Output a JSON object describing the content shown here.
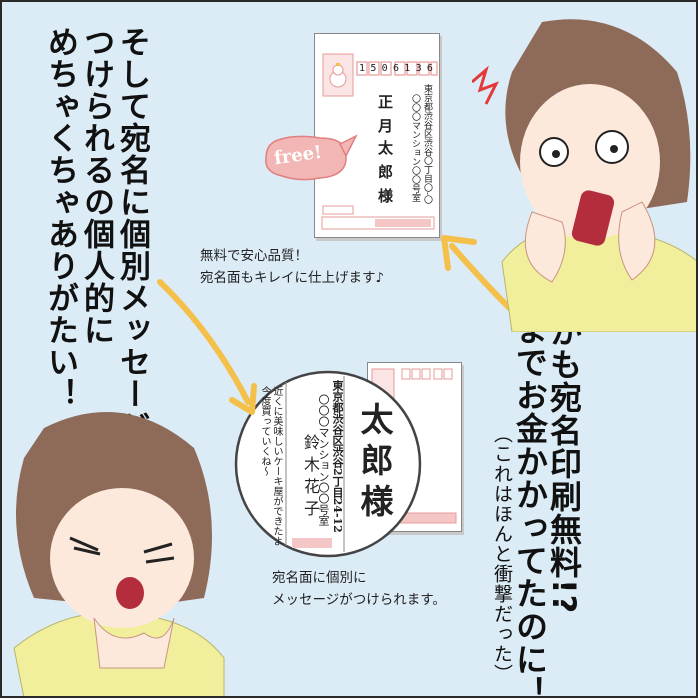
{
  "narration": {
    "left_col1": "そして宛名に個別メッセージ",
    "left_col2": "つけられるの個人的に",
    "left_col3": "めちゃくちゃありがたい！",
    "right_col1": "しかも宛名印刷無料!?",
    "right_col2": "今までお金かかってたのに！",
    "right_note": "（これはほんと衝撃だった）"
  },
  "captions": {
    "top_line1": "無料で安心品質！",
    "top_line2": "宛名面もキレイに仕上げます♪",
    "bottom_line1": "宛名面に個別に",
    "bottom_line2": "メッセージがつけられます。"
  },
  "free_bubble": "free!",
  "top_card": {
    "postal_code": "1506136",
    "address_line1": "東京都渋谷区渋谷〇丁目〇-〇",
    "address_line2": "〇〇〇マンション〇〇号室",
    "name_col1": "正月",
    "name_col2": "太郎様"
  },
  "zoom_card": {
    "address_line1": "東京都渋谷区渋谷2丁目24-12",
    "address_line2": "〇〇〇マンション〇〇号室",
    "name": "太郎様",
    "sender": "鈴木花子",
    "message_line1": "近くに美味しいケーキ屋ができたよ",
    "message_line2": "今度買っていくね～"
  },
  "colors": {
    "background": "#dcecf7",
    "accent_pink": "#e79a9a",
    "arrow_yellow": "#f4c04a",
    "sweater": "#f1ef9c",
    "hair": "#8e6a58"
  }
}
